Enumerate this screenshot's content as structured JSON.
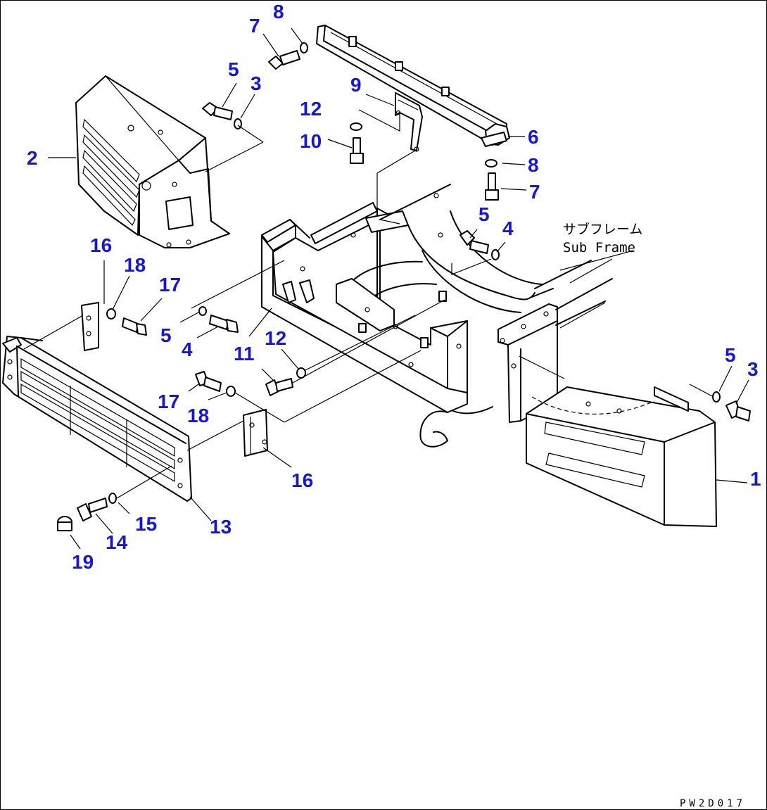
{
  "callouts": [
    {
      "id": "c8a",
      "text": "8"
    },
    {
      "id": "c7a",
      "text": "7"
    },
    {
      "id": "c5a",
      "text": "5"
    },
    {
      "id": "c3a",
      "text": "3"
    },
    {
      "id": "c9",
      "text": "9"
    },
    {
      "id": "c12a",
      "text": "12"
    },
    {
      "id": "c10",
      "text": "10"
    },
    {
      "id": "c2",
      "text": "2"
    },
    {
      "id": "c6",
      "text": "6"
    },
    {
      "id": "c8b",
      "text": "8"
    },
    {
      "id": "c7b",
      "text": "7"
    },
    {
      "id": "c5b",
      "text": "5"
    },
    {
      "id": "c4a",
      "text": "4"
    },
    {
      "id": "c16a",
      "text": "16"
    },
    {
      "id": "c18a",
      "text": "18"
    },
    {
      "id": "c17a",
      "text": "17"
    },
    {
      "id": "c5c",
      "text": "5"
    },
    {
      "id": "c4b",
      "text": "4"
    },
    {
      "id": "c12b",
      "text": "12"
    },
    {
      "id": "c11",
      "text": "11"
    },
    {
      "id": "c17b",
      "text": "17"
    },
    {
      "id": "c18b",
      "text": "18"
    },
    {
      "id": "c16b",
      "text": "16"
    },
    {
      "id": "c5d",
      "text": "5"
    },
    {
      "id": "c3b",
      "text": "3"
    },
    {
      "id": "c1",
      "text": "1"
    },
    {
      "id": "c13",
      "text": "13"
    },
    {
      "id": "c15",
      "text": "15"
    },
    {
      "id": "c14",
      "text": "14"
    },
    {
      "id": "c19",
      "text": "19"
    }
  ],
  "labels": {
    "subframe_jp": "サブフレーム",
    "subframe_en": "Sub Frame",
    "drawing_code": "PW2D017"
  },
  "colors": {
    "callout": "#1616d6",
    "line": "#000000",
    "background": "#ffffff"
  }
}
